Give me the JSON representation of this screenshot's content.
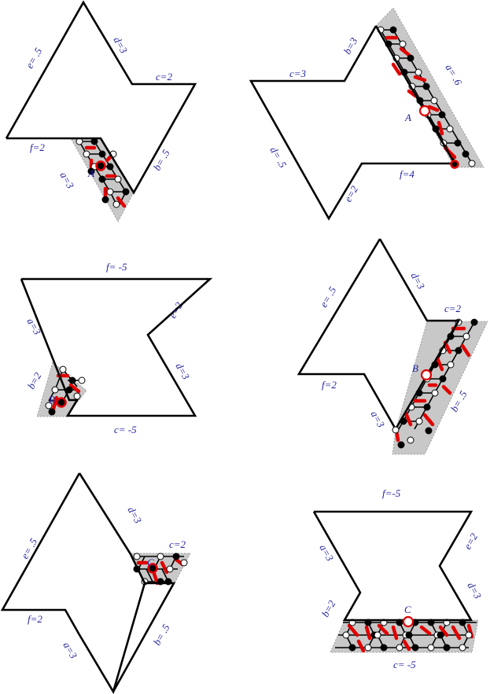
{
  "colors": {
    "outline": "#000000",
    "label": "#1f1f9e",
    "shading": "#c8c8c8",
    "dimer": "#e00000"
  },
  "panels": [
    {
      "id": "p1",
      "labels": {
        "e": "e= .5",
        "d": "d=3",
        "c": "c=2",
        "f": "f=2",
        "b": "b= .5",
        "a": "a=3",
        "point": "A"
      }
    },
    {
      "id": "p2",
      "labels": {
        "b": "b=3",
        "a": "a= .6",
        "c": "c=3",
        "d": "d= .5",
        "e": "e=2",
        "f": "f=4",
        "point": "A"
      }
    },
    {
      "id": "p3",
      "labels": {
        "f": "f= -5",
        "e": "e=2",
        "a": "a=3",
        "d": "d=3",
        "b": "b=2",
        "c": "c= -5",
        "point": "B"
      }
    },
    {
      "id": "p4",
      "labels": {
        "e": "e= .5",
        "d": "d=3",
        "c": "c=2",
        "f": "f=2",
        "b": "b= .5",
        "a": "a=3",
        "point": "B"
      }
    },
    {
      "id": "p5",
      "labels": {
        "d": "d=3",
        "c": "c=2",
        "e": "e= .5",
        "f": "f=2",
        "b": "b= .5",
        "a": "a=3",
        "point": "C"
      }
    },
    {
      "id": "p6",
      "labels": {
        "f": "f=-5",
        "a": "a=3",
        "e": "e=2",
        "d": "d=3",
        "b": "b=2",
        "c": "c= -5",
        "point": "C"
      }
    }
  ]
}
